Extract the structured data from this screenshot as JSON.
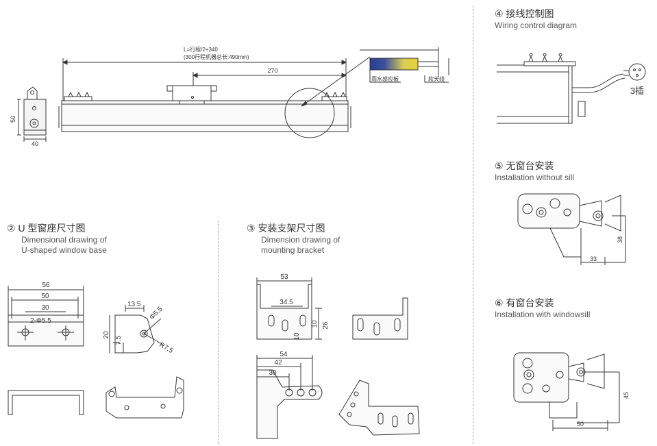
{
  "main_drawing": {
    "length_formula": "L=行程/2+340",
    "length_note": "(300行程机器总长:490mm)",
    "dim_270": "270",
    "dim_50": "50",
    "dim_40": "40",
    "rain_sensor_label": "雨水感应板",
    "antenna_label": "软天线"
  },
  "sec4": {
    "num": "④",
    "title": "接线控制图",
    "subtitle": "Wiring control diagram",
    "plug_label": "3插"
  },
  "sec5": {
    "num": "⑤",
    "title": "无窗台安装",
    "subtitle": "Installation without sill",
    "dim_38": "38",
    "dim_33": "33"
  },
  "sec6": {
    "num": "⑥",
    "title": "有窗台安装",
    "subtitle": "Installation with windowsill",
    "dim_45": "45",
    "dim_50": "50"
  },
  "sec2": {
    "num": "②",
    "title": "U 型窗座尺寸图",
    "subtitle_1": "Dimensional drawing  of",
    "subtitle_2": "U-shaped window base",
    "dim_56": "56",
    "dim_50": "50",
    "dim_30": "30",
    "hole_label": "2-Φ5.5",
    "dim_13_5": "13.5",
    "dim_20": "20",
    "dim_7_5": "7.5",
    "dim_phi55": "Φ5.5",
    "dim_r75": "R7.5"
  },
  "sec3": {
    "num": "③",
    "title": "安装支架尺寸图",
    "subtitle_1": "Dimension drawing of",
    "subtitle_2": "mounting bracket",
    "dim_53": "53",
    "dim_34_5": "34.5",
    "dim_10a": "10",
    "dim_10b": "10",
    "dim_26": "26",
    "dim_54": "54",
    "dim_42": "42",
    "dim_30": "30"
  },
  "colors": {
    "line": "#333333",
    "sensor_blue": "#2a3f8f",
    "sensor_yellow": "#e9d23a",
    "divider": "#aaaaaa"
  }
}
